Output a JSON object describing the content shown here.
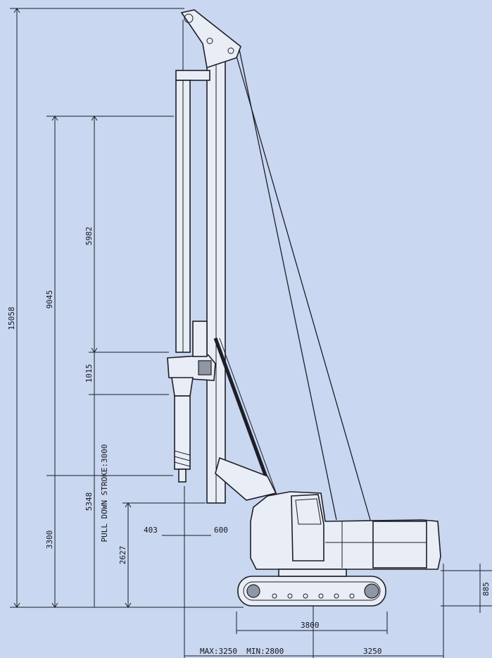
{
  "dimensions": {
    "total_height": "15058",
    "mast_height": "9045",
    "kelly_upper": "5982",
    "kelly_mid": "1015",
    "lower_height": "5348",
    "pull_down_stroke": "PULL DOWN STROKE:3000",
    "rotary_height": "3300",
    "pile_height": "2627",
    "offset_left": "403",
    "offset_right": "600",
    "track_length": "3800",
    "track_height": "885",
    "radius_range": "MAX:3250  MIN:2800",
    "tail_radius": "3250"
  },
  "colors": {
    "background": "#c9d7f1",
    "line": "#1e1e26",
    "machine_fill": "#e9edf5"
  }
}
